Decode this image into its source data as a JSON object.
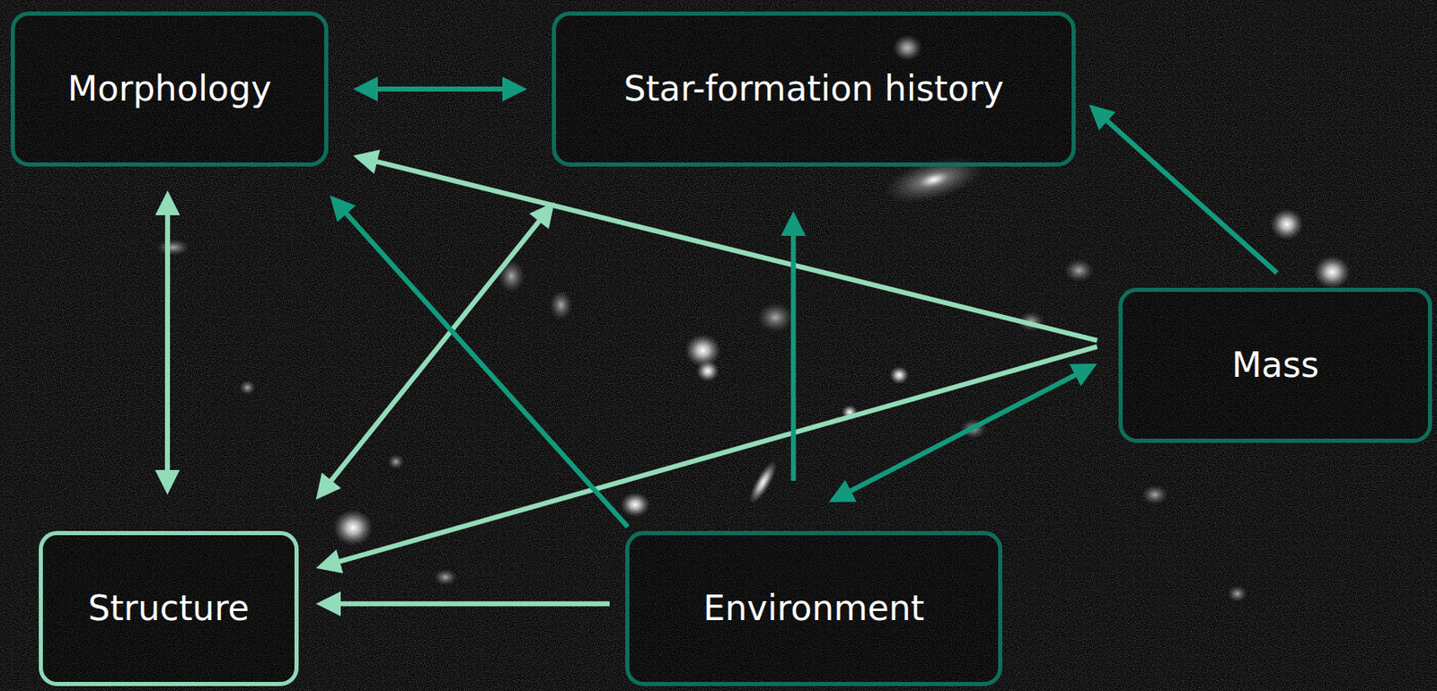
{
  "diagram": {
    "nodes": [
      {
        "text": [
          "Morphology"
        ]
      },
      {
        "text": [
          "Star-formation history"
        ]
      },
      {
        "text": [
          "Mass"
        ]
      },
      {
        "text": [
          "Structure"
        ]
      },
      {
        "text": [
          "Environment"
        ]
      }
    ],
    "edges": [
      {
        "from": 0,
        "to": 1,
        "arrow": "both"
      },
      {
        "from": 0,
        "to": 3,
        "arrow": "both"
      },
      {
        "from": 2,
        "to": 0,
        "arrow": "to"
      },
      {
        "from": 2,
        "to": 3,
        "arrow": "to"
      },
      {
        "from": 1,
        "to": 3,
        "arrow": "both"
      },
      {
        "from": 4,
        "to": 0,
        "arrow": "to"
      },
      {
        "from": 4,
        "to": 1,
        "arrow": "to"
      },
      {
        "from": 2,
        "to": 4,
        "arrow": "both"
      },
      {
        "from": 2,
        "to": 1,
        "arrow": "to"
      },
      {
        "from": 4,
        "to": 3,
        "arrow": "to"
      }
    ]
  }
}
